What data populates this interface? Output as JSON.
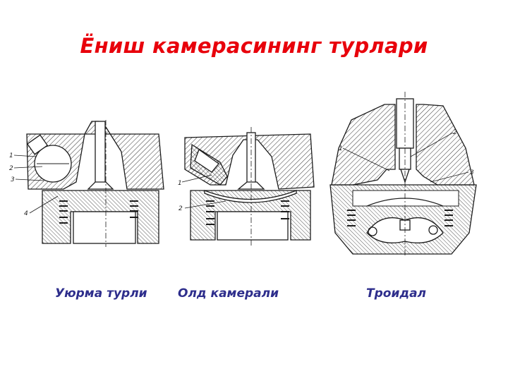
{
  "title": "Ёниш камерасининг турлари",
  "colors": {
    "title": "#e8000b",
    "caption": "#2e2e8c",
    "ink": "#1c1c1c"
  },
  "captions": {
    "vortex": "Уюрма турли",
    "prechamber": "Олд камерали",
    "toroidal": "Троидал"
  },
  "figures": {
    "vortex": {
      "labels": [
        "1",
        "2",
        "3",
        "4"
      ]
    },
    "prechamber": {
      "labels": [
        "1",
        "2"
      ]
    },
    "toroidal": {
      "labels": [
        "1",
        "2",
        "3"
      ]
    }
  }
}
